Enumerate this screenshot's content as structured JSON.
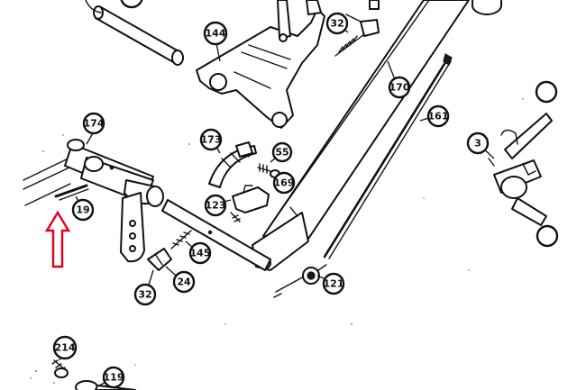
{
  "diagram": {
    "callouts": [
      {
        "label": "174"
      },
      {
        "label": "19"
      },
      {
        "label": "144"
      },
      {
        "label": "32"
      },
      {
        "label": "170"
      },
      {
        "label": "161"
      },
      {
        "label": "173"
      },
      {
        "label": "55"
      },
      {
        "label": "169"
      },
      {
        "label": "123"
      },
      {
        "label": "145"
      },
      {
        "label": "24"
      },
      {
        "label": "32"
      },
      {
        "label": "121"
      },
      {
        "label": "3"
      },
      {
        "label": "214"
      },
      {
        "label": "119"
      }
    ],
    "indicator": {
      "icon": "up-arrow-icon",
      "color": "#e0001b"
    }
  }
}
